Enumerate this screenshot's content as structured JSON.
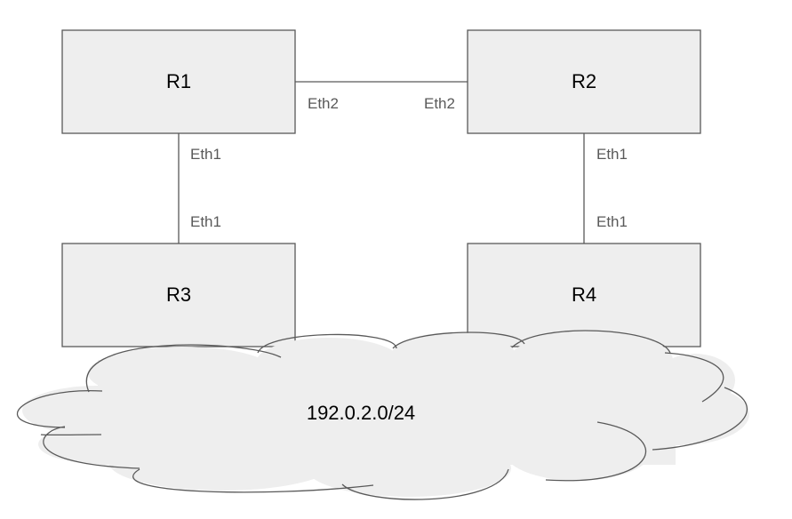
{
  "routers": [
    {
      "id": "r1",
      "label": "R1"
    },
    {
      "id": "r2",
      "label": "R2"
    },
    {
      "id": "r3",
      "label": "R3"
    },
    {
      "id": "r4",
      "label": "R4"
    }
  ],
  "links": [
    {
      "from": "R1",
      "to": "R2",
      "from_port": "Eth2",
      "to_port": "Eth2"
    },
    {
      "from": "R1",
      "to": "R3",
      "from_port": "Eth1",
      "to_port": "Eth1"
    },
    {
      "from": "R2",
      "to": "R4",
      "from_port": "Eth1",
      "to_port": "Eth1"
    }
  ],
  "network": {
    "label": "192.0.2.0/24"
  },
  "colors": {
    "box_fill": "#eeeeee",
    "stroke": "#595959",
    "port_text": "#595959",
    "text": "#000000"
  }
}
